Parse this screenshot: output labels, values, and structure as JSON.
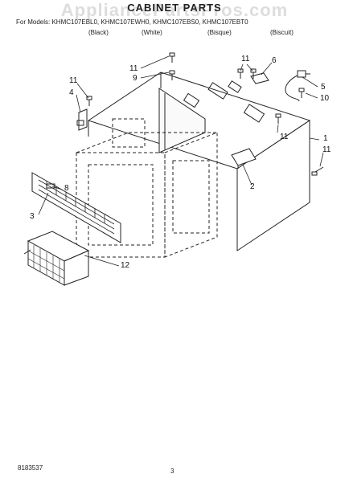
{
  "watermark": "AppliancePartsPros.com",
  "title": "CABINET PARTS",
  "models_line": "For Models: KHMC107EBL0, KHMC107EWH0, KHMC107EBS0, KHMC107EBT0",
  "colors": [
    "(Black)",
    "(White)",
    "(Bisque)",
    "(Biscuit)"
  ],
  "callouts": [
    "11",
    "9",
    "11",
    "6",
    "5",
    "10",
    "11",
    "4",
    "8",
    "1",
    "11",
    "11",
    "2",
    "3",
    "12"
  ],
  "footer_code": "8183537",
  "page_number": "3"
}
